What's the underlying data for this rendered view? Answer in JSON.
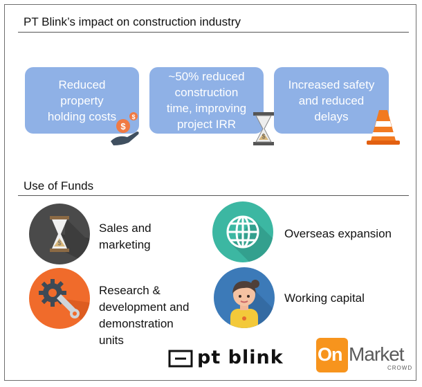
{
  "impact": {
    "title": "PT Blink’s impact on construction industry",
    "boxes": [
      {
        "text": "Reduced\nproperty\nholding costs",
        "icon": "money-hand-icon"
      },
      {
        "text": "~50% reduced\nconstruction\ntime, improving\nproject IRR",
        "icon": "hourglass-money-icon"
      },
      {
        "text": "Increased safety\nand reduced\ndelays",
        "icon": "traffic-cone-icon"
      }
    ]
  },
  "funds": {
    "title": "Use of Funds",
    "items": [
      {
        "label": "Sales and\nmarketing",
        "icon": "hourglass-money-icon",
        "color": "#4a4a4a"
      },
      {
        "label": "Overseas expansion",
        "icon": "globe-icon",
        "color": "#3cb7a2"
      },
      {
        "label": "Research &\ndevelopment and\ndemonstration\nunits",
        "icon": "wrench-gear-icon",
        "color": "#f06b2b"
      },
      {
        "label": "Working capital",
        "icon": "worker-avatar-icon",
        "color": "#3c7ab8"
      }
    ]
  },
  "logos": {
    "ptblink": "pt blink",
    "onmarket_on": "On",
    "onmarket_market": "Market",
    "onmarket_crowd": "CROWD"
  },
  "colors": {
    "box_blue": "#8fb1e6",
    "onmarket_orange": "#f7941d",
    "onmarket_gray": "#5a5a5a"
  }
}
